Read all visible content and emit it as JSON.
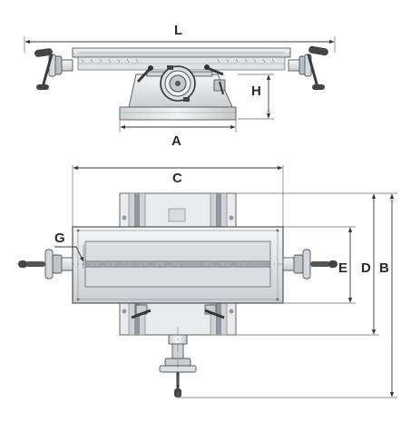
{
  "labels": {
    "L": "L",
    "H": "H",
    "A": "A",
    "C": "C",
    "G": "G",
    "E": "E",
    "D": "D",
    "B": "B"
  },
  "colors": {
    "body": "#e6e9ec",
    "body_dark": "#b9bfc6",
    "table_face": "#d9dde1",
    "slot": "#c8ccd1",
    "handle": "#3c3c3c",
    "line": "#444444"
  }
}
